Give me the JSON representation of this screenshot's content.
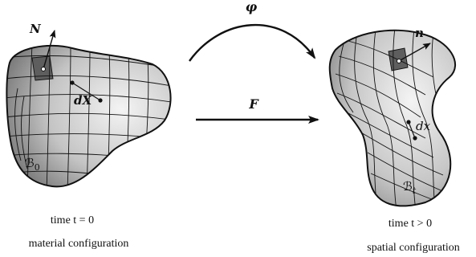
{
  "left_body": {
    "normal_label": "N",
    "element_label": "dX",
    "domain_label": "ℬ",
    "domain_subscript": "0",
    "time_label": "time t = 0",
    "config_label": "material configuration"
  },
  "right_body": {
    "normal_label": "n",
    "element_label": "dx",
    "domain_label": "ℬ",
    "domain_subscript": "t",
    "time_label": "time t > 0",
    "config_label": "spatial configuration"
  },
  "mapping": {
    "motion_label": "φ",
    "gradient_label": "F"
  },
  "colors": {
    "body_fill_light": "#f2f2f2",
    "body_fill_dark": "#8a8a8a",
    "shaded_patch": "#5e5e5e",
    "line": "#111111"
  }
}
